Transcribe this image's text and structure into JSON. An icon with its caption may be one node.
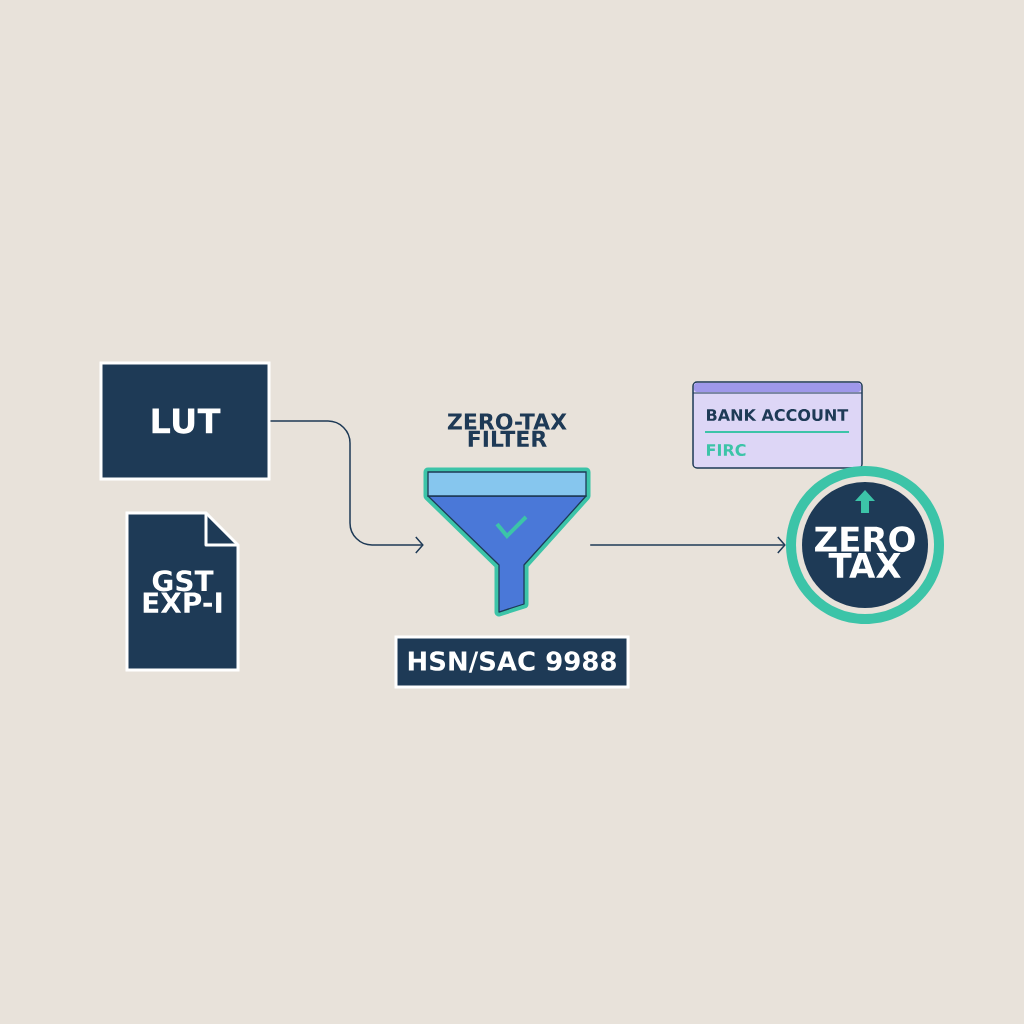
{
  "diagram": {
    "nodes": [
      {
        "text": [
          "LUT"
        ]
      },
      {
        "text": [
          "GST EXP-I"
        ]
      },
      {
        "text": [
          "ZERO-TAX FILTER"
        ]
      },
      {
        "text": [
          "HSN/SAC 9988"
        ]
      },
      {
        "text": [
          "BANK ACCOUNT",
          "FIRC"
        ]
      },
      {
        "text": [
          "ZERO TAX"
        ]
      }
    ],
    "edges": [
      {
        "from": 0,
        "to": 2,
        "arrow": "to"
      },
      {
        "from": 2,
        "to": 5,
        "arrow": "to"
      }
    ]
  }
}
